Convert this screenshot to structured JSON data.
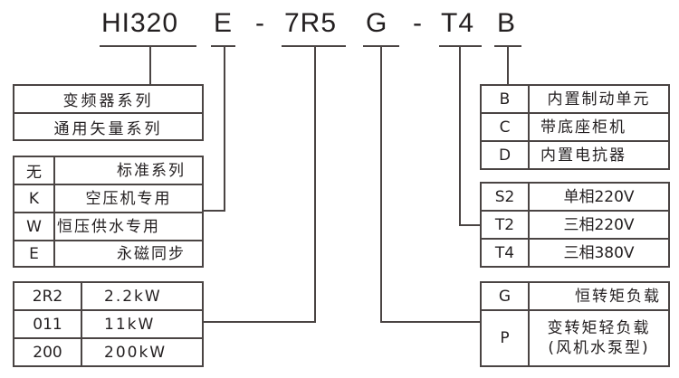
{
  "model_code": {
    "segments": [
      "HI320",
      "E",
      "-",
      "7R5",
      "G",
      "-",
      "T4",
      "B"
    ]
  },
  "series_box": {
    "rows": [
      "变频器系列",
      "通用矢量系列"
    ]
  },
  "application_box": {
    "rows": [
      {
        "code": "无",
        "desc": "标准系列"
      },
      {
        "code": "K",
        "desc": "空压机专用"
      },
      {
        "code": "W",
        "desc": "恒压供水专用"
      },
      {
        "code": "E",
        "desc": "永磁同步"
      }
    ]
  },
  "power_box": {
    "rows": [
      {
        "code": "2R2",
        "desc": "2.2kW"
      },
      {
        "code": "011",
        "desc": "11kW"
      },
      {
        "code": "200",
        "desc": "200kW"
      }
    ]
  },
  "option_box": {
    "rows": [
      {
        "code": "B",
        "desc": "内置制动单元"
      },
      {
        "code": "C",
        "desc": "带底座柜机"
      },
      {
        "code": "D",
        "desc": "内置电抗器"
      }
    ]
  },
  "voltage_box": {
    "rows": [
      {
        "code": "S2",
        "desc": "单相220V"
      },
      {
        "code": "T2",
        "desc": "三相220V"
      },
      {
        "code": "T4",
        "desc": "三相380V"
      }
    ]
  },
  "load_box": {
    "rows": [
      {
        "code": "G",
        "desc": "恒转矩负载"
      },
      {
        "code": "P",
        "desc": "变转矩轻负载",
        "desc2": "(风机水泵型)"
      }
    ]
  },
  "colors": {
    "line": "#4a4443",
    "text": "#231f20"
  }
}
